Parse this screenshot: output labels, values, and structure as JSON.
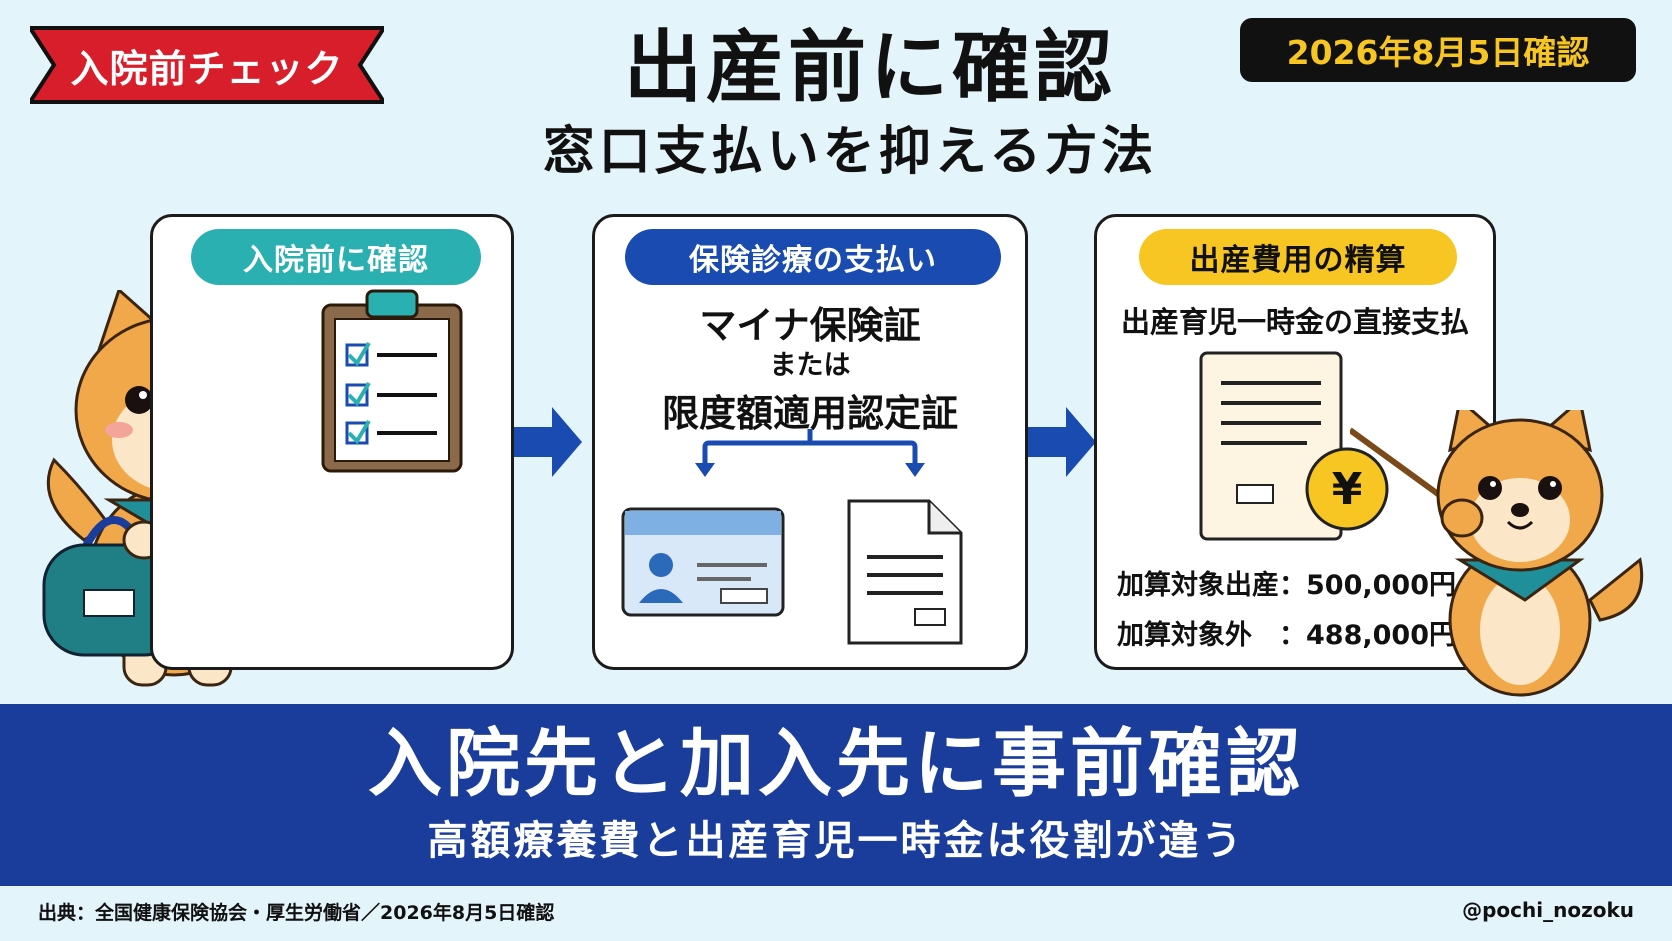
{
  "ribbon": {
    "label": "入院前チェック",
    "color": "#d81e2a"
  },
  "date_badge": {
    "label": "2026年8月5日確認",
    "text_color": "#f7c623"
  },
  "title": {
    "main": "出産前に確認",
    "sub": "窓口支払いを抑える方法"
  },
  "panels": [
    {
      "pill": "入院前に確認",
      "pill_color": "#2ab0b0",
      "icon": "clipboard-checklist-icon"
    },
    {
      "pill": "保険診療の支払い",
      "pill_color": "#1a4bb0",
      "line1": "マイナ保険証",
      "line2": "または",
      "line3": "限度額適用認定証",
      "icons": [
        "id-card-icon",
        "document-icon"
      ]
    },
    {
      "pill": "出産費用の精算",
      "pill_color": "#f7c623",
      "line1": "出産育児一時金の直接支払",
      "amounts": [
        {
          "label": "加算対象出産：500,000円"
        },
        {
          "label": "加算対象外　：488,000円"
        }
      ],
      "icon": "yen-document-icon"
    }
  ],
  "banner": {
    "main": "入院先と加入先に事前確認",
    "sub": "高額療養費と出産育児一時金は役割が違う",
    "color": "#1a3d9c"
  },
  "footer": {
    "source": "出典：全国健康保険協会・厚生労働省／2026年8月5日確認",
    "handle": "@pochi_nozoku"
  }
}
